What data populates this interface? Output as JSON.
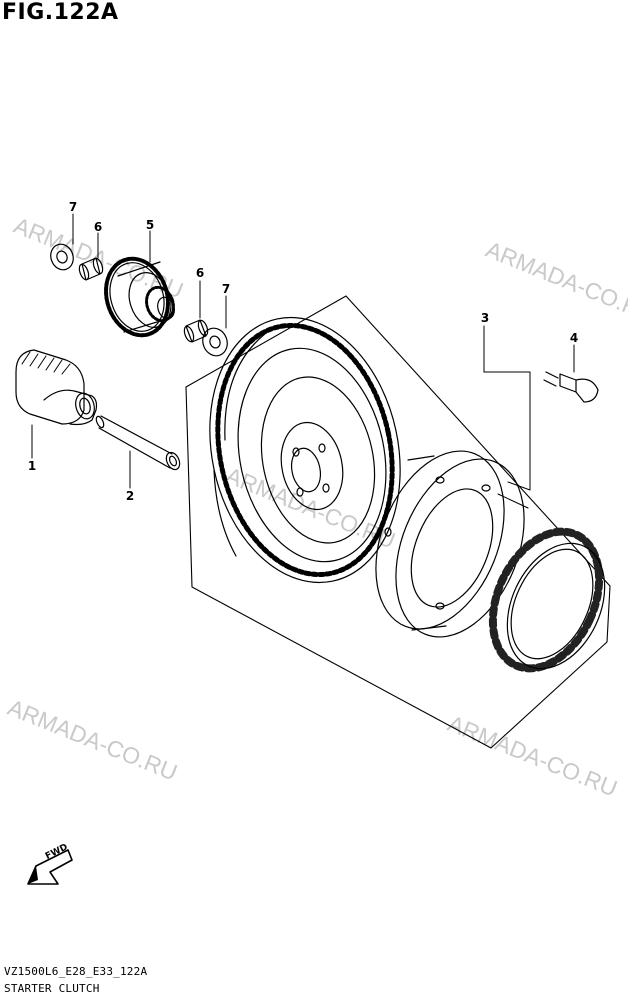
{
  "figure_label": "FIG.122A",
  "callouts": {
    "part_1": "1",
    "part_2": "2",
    "part_3": "3",
    "part_4": "4",
    "part_5": "5",
    "part_6a": "6",
    "part_6b": "6",
    "part_7a": "7",
    "part_7b": "7"
  },
  "watermarks": {
    "wm1": "ARMADA-CO.RU",
    "wm2": "ARMADA-CO.RU",
    "wm3": "ARMADA-CO.RU",
    "wm4": "ARMADA-CO.RU",
    "wm5": "ARMADA-CO.RU"
  },
  "fwd_label": "FWD",
  "footer": {
    "code": "VZ1500L6_E28_E33_122A",
    "title": "STARTER CLUTCH"
  }
}
